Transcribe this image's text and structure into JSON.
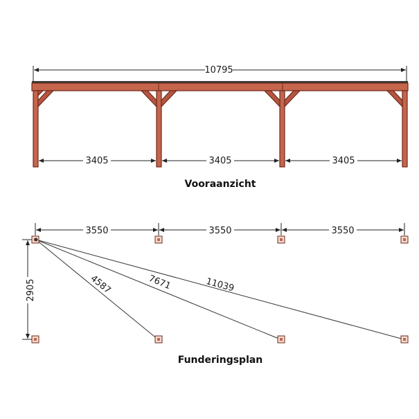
{
  "front_view": {
    "caption": "Vooraanzicht",
    "total_width": "10795",
    "bays": [
      "3405",
      "3405",
      "3405"
    ]
  },
  "foundation_plan": {
    "caption": "Funderingsplan",
    "spacings": [
      "3550",
      "3550",
      "3550"
    ],
    "depth": "2905",
    "diagonals": [
      "4587",
      "7671",
      "11039"
    ]
  },
  "colors": {
    "wood": "#c5654c",
    "wood_outline": "#6e2a1c",
    "roof_edge": "#3a3a3a"
  }
}
